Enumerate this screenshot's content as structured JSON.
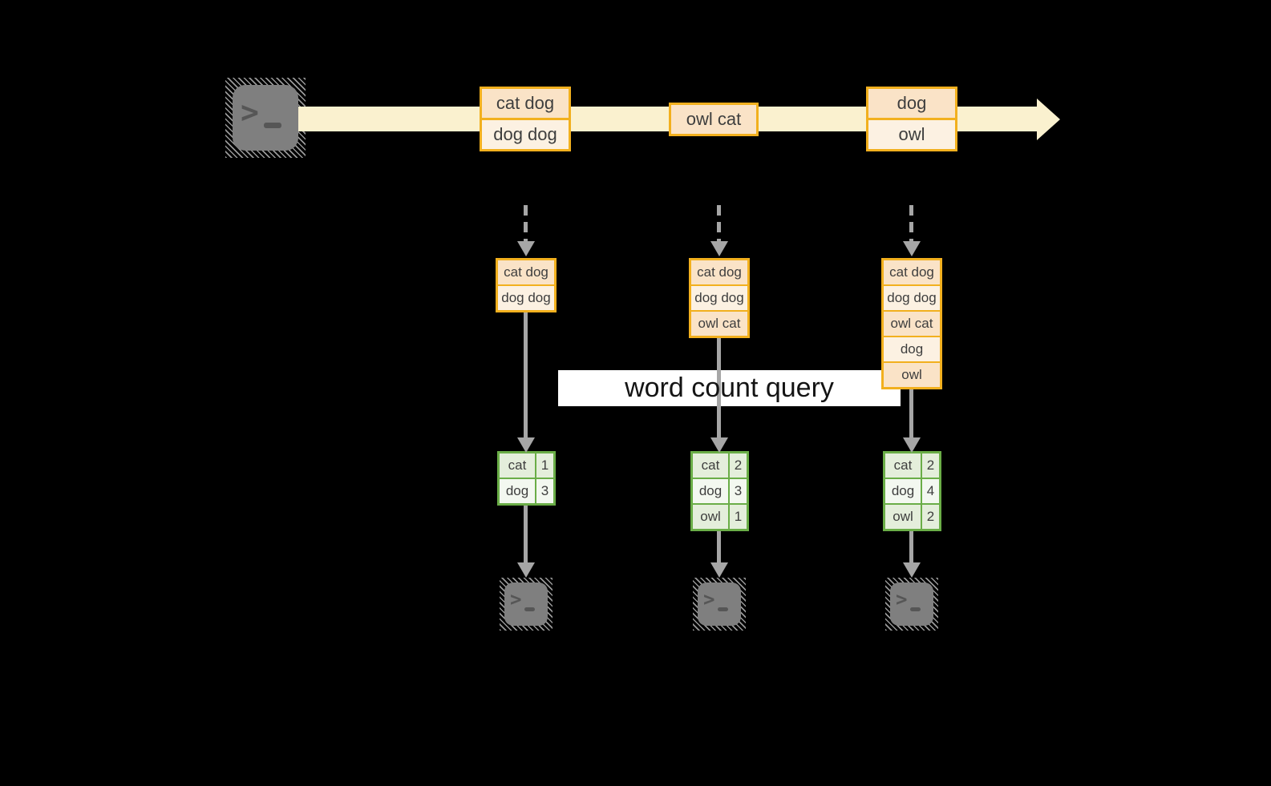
{
  "colors": {
    "background": "#000000",
    "gold_border": "#F2B01E",
    "row_peach": "#FAE3C7",
    "row_cream": "#FCF1E2",
    "stream_band": "#FAF1CF",
    "green_border": "#6AAD47",
    "green_row_a": "#E4EEDB",
    "green_row_b": "#F3F8F0",
    "arrow_gray": "#A6A6A6",
    "terminal_gray": "#7F7F7F",
    "terminal_glyph": "#565656",
    "text_dark": "#3E3E3E",
    "label_bg": "#FFFFFF",
    "label_text": "#141414"
  },
  "icons": {
    "terminal_chevron": ">"
  },
  "query_label": "word count query",
  "stream_events": [
    {
      "rows": [
        "cat dog",
        "dog dog"
      ]
    },
    {
      "rows": [
        "owl cat"
      ]
    },
    {
      "rows": [
        "dog",
        "owl"
      ]
    }
  ],
  "batches": [
    {
      "rows": [
        "cat dog",
        "dog dog"
      ]
    },
    {
      "rows": [
        "cat dog",
        "dog dog",
        "owl cat"
      ]
    },
    {
      "rows": [
        "cat dog",
        "dog dog",
        "owl cat",
        "dog",
        "owl"
      ]
    }
  ],
  "count_tables": [
    {
      "rows": [
        {
          "word": "cat",
          "count": "1"
        },
        {
          "word": "dog",
          "count": "3"
        }
      ]
    },
    {
      "rows": [
        {
          "word": "cat",
          "count": "2"
        },
        {
          "word": "dog",
          "count": "3"
        },
        {
          "word": "owl",
          "count": "1"
        }
      ]
    },
    {
      "rows": [
        {
          "word": "cat",
          "count": "2"
        },
        {
          "word": "dog",
          "count": "4"
        },
        {
          "word": "owl",
          "count": "2"
        }
      ]
    }
  ]
}
